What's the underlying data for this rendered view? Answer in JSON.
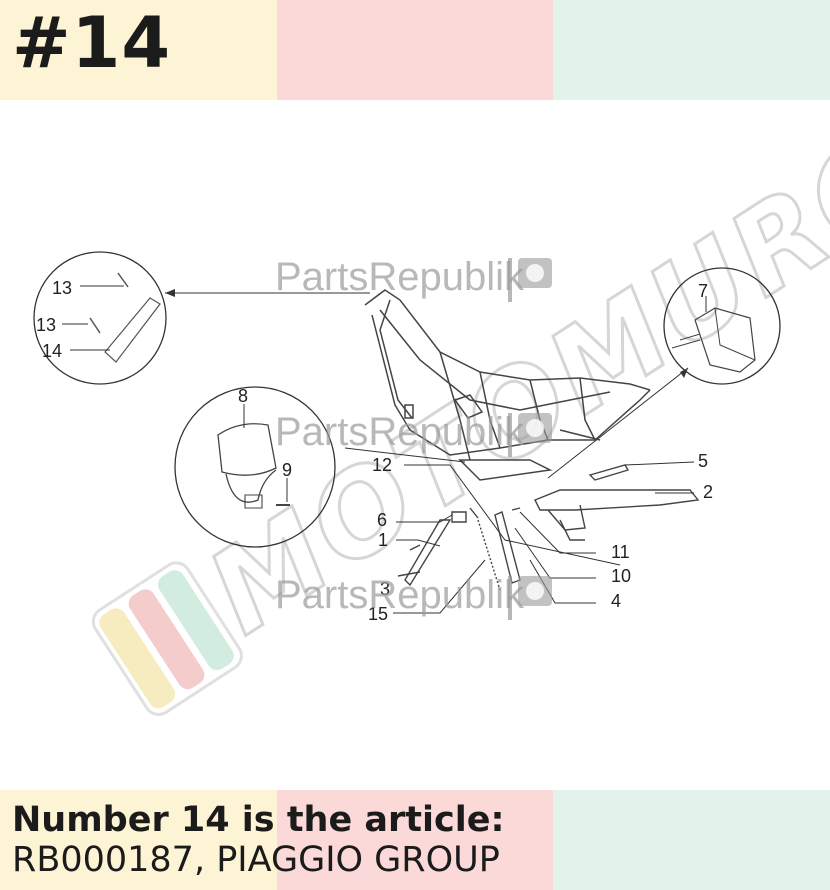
{
  "header": {
    "title": "#14",
    "colors": [
      "#fdf4d6",
      "#fcd9d9",
      "#e3f3ec"
    ]
  },
  "footer": {
    "line1": "Number 14 is the article:",
    "line2": "RB000187, PIAGGIO GROUP"
  },
  "watermarks": {
    "partsrepublik": "PartsRepublik",
    "brand": "MOTOMURCIA",
    "stripe_colors": [
      "#f7ecc0",
      "#f4cccc",
      "#d2ecdf"
    ]
  },
  "callouts": {
    "c1": "1",
    "c2": "2",
    "c4": "4",
    "c5": "5",
    "c6": "6",
    "c7": "7",
    "c8": "8",
    "c9": "9",
    "c10": "10",
    "c11": "11",
    "c12": "12",
    "c13a": "13",
    "c13b": "13",
    "c14": "14",
    "c15": "15",
    "c3": "3"
  }
}
